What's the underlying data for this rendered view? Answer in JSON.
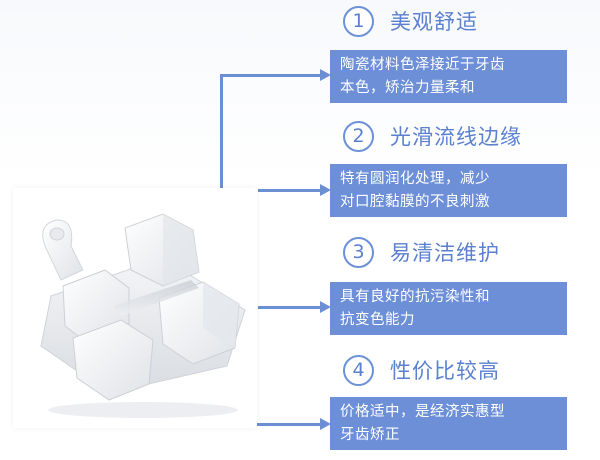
{
  "features": [
    {
      "number": "1",
      "title": "美观舒适",
      "lines": [
        "陶瓷材料色泽接近于牙齿",
        "本色，矫治力量柔和"
      ]
    },
    {
      "number": "2",
      "title": "光滑流线边缘",
      "lines": [
        "特有圆润化处理，减少",
        "对口腔黏膜的不良刺激"
      ]
    },
    {
      "number": "3",
      "title": "易清洁维护",
      "lines": [
        "具有良好的抗污染性和",
        "抗变色能力"
      ]
    },
    {
      "number": "4",
      "title": "性价比较高",
      "lines": [
        "价格适中，是经济实惠型",
        "牙齿矫正"
      ]
    }
  ],
  "colors": {
    "accent": "#6d8fd8",
    "title_text": "#5a80cf",
    "connector": "#6b8fd3"
  },
  "icons": {
    "product": "ceramic-bracket-image",
    "pointer": "arrow-right-icon"
  }
}
